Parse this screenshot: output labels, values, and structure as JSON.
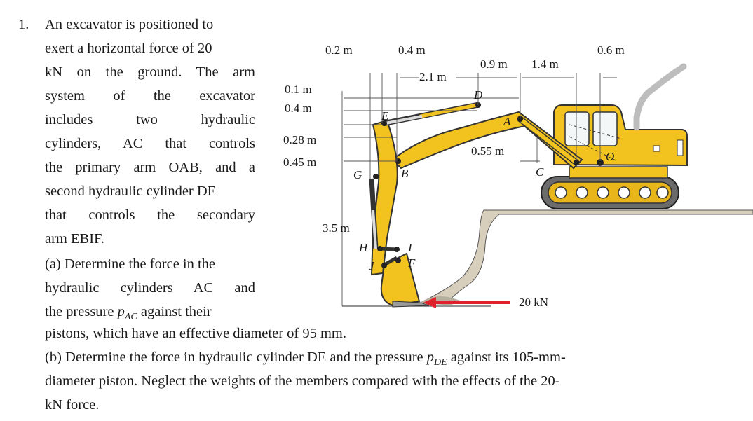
{
  "problem": {
    "number": "1.",
    "intro_lines": [
      "An excavator is positioned to",
      "exert a horizontal force of 20",
      "kN on the ground. The arm",
      "system of the excavator",
      "includes two hydraulic",
      "cylinders, AC that controls",
      "the primary arm OAB, and a",
      "second hydraulic cylinder DE",
      "that controls the secondary",
      "arm EBIF."
    ],
    "part_a_lines": [
      "(a) Determine the force in the",
      "hydraulic cylinders AC and",
      "the pressure"
    ],
    "pac_symbol": "p",
    "pac_sub": "AC",
    "pac_after": " against their",
    "part_a_end": "pistons, which have an effective diameter of 95 mm.",
    "part_b_line1_pre": "(b) Determine the force in hydraulic cylinder DE and the pressure ",
    "pde_symbol": "p",
    "pde_sub": "DE",
    "part_b_line1_post": " against its 105-mm-",
    "part_b_line2": "diameter piston. Neglect the weights of the members compared with the effects of the 20-",
    "part_b_line3": "kN force."
  },
  "figure": {
    "dims": {
      "d02": "0.2 m",
      "d04a": "0.4 m",
      "d21": "2.1 m",
      "d09": "0.9 m",
      "d14": "1.4 m",
      "d06": "0.6 m",
      "d01": "0.1 m",
      "d04b": "0.4 m",
      "d028": "0.28 m",
      "d045": "0.45 m",
      "d055": "0.55 m",
      "d35": "3.5 m"
    },
    "points": {
      "A": "A",
      "B": "B",
      "C": "C",
      "D": "D",
      "E": "E",
      "F": "F",
      "G": "G",
      "H": "H",
      "I": "I",
      "J": "J",
      "O": "O"
    },
    "force": "20 kN",
    "colors": {
      "body": "#f2c21e",
      "outline": "#333333",
      "arrow": "#e0202a",
      "ground": "#c8bca8"
    }
  }
}
